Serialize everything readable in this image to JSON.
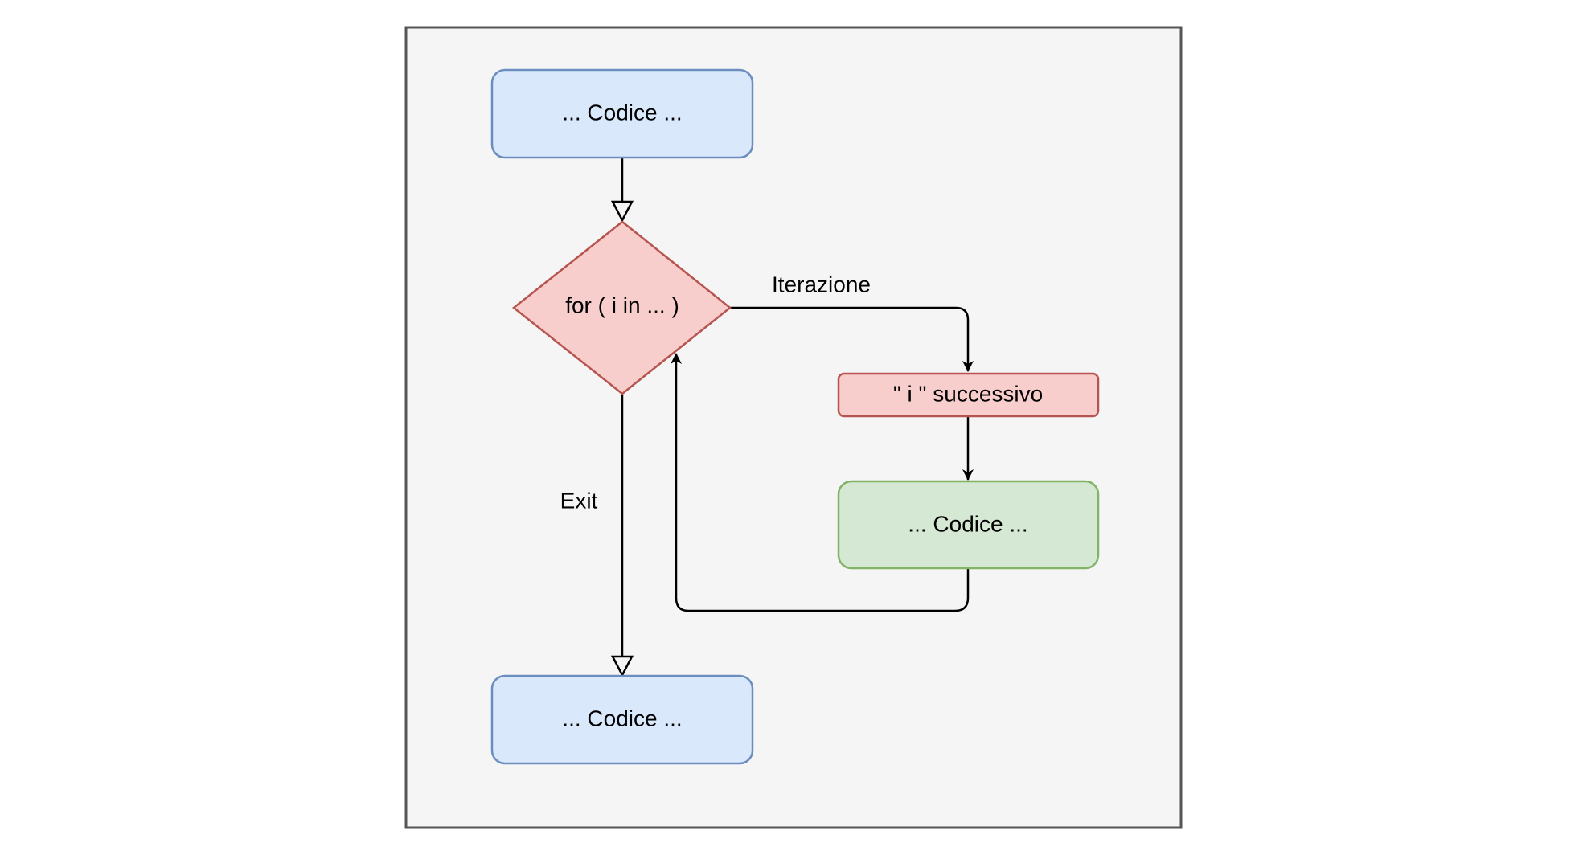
{
  "diagram": {
    "type": "flowchart",
    "nodes": {
      "start_code": {
        "label": "... Codice ...",
        "shape": "rounded-rect",
        "fill": "#dae8fc",
        "stroke": "#6c8ebf"
      },
      "for_loop": {
        "label": "for ( i in ... )",
        "shape": "diamond",
        "fill": "#f8cecc",
        "stroke": "#b85450"
      },
      "next_i": {
        "label": "\" i \" successivo",
        "shape": "rounded-rect",
        "fill": "#f8cecc",
        "stroke": "#b85450"
      },
      "loop_body": {
        "label": "... Codice ...",
        "shape": "rounded-rect",
        "fill": "#d5e8d4",
        "stroke": "#82b366"
      },
      "end_code": {
        "label": "... Codice ...",
        "shape": "rounded-rect",
        "fill": "#dae8fc",
        "stroke": "#6c8ebf"
      }
    },
    "edges": [
      {
        "from": "start_code",
        "to": "for_loop",
        "label": "",
        "arrow": "open-triangle"
      },
      {
        "from": "for_loop",
        "to": "next_i",
        "label": "Iterazione",
        "arrow": "classic"
      },
      {
        "from": "next_i",
        "to": "loop_body",
        "label": "",
        "arrow": "classic"
      },
      {
        "from": "loop_body",
        "to": "for_loop",
        "label": "",
        "arrow": "classic"
      },
      {
        "from": "for_loop",
        "to": "end_code",
        "label": "Exit",
        "arrow": "open-triangle"
      }
    ],
    "background": {
      "fill": "#f5f5f5",
      "stroke": "#555555"
    }
  }
}
